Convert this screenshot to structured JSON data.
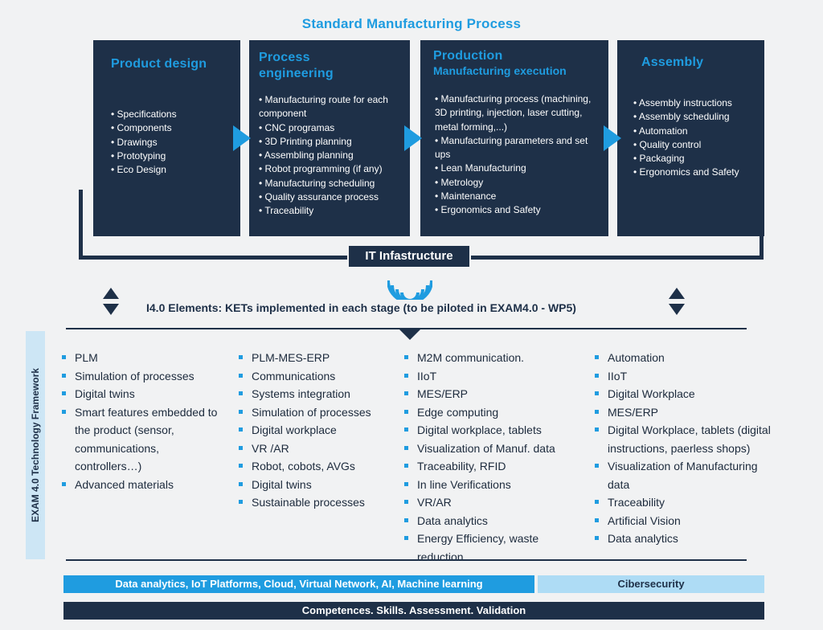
{
  "title": "Standard Manufacturing Process",
  "stages": [
    {
      "title": "Product design",
      "subtitle": "",
      "items": [
        "Specifications",
        "Components",
        "Drawings",
        "Prototyping",
        "Eco Design"
      ]
    },
    {
      "title": "Process engineering",
      "subtitle": "",
      "items": [
        "Manufacturing route for each component",
        "CNC programas",
        "3D Printing planning",
        "Assembling planning",
        "Robot programming (if any)",
        "Manufacturing scheduling",
        "Quality assurance process",
        "Traceability"
      ]
    },
    {
      "title": "Production",
      "subtitle": "Manufacturing execution",
      "items": [
        "Manufacturing process (machining, 3D printing, injection, laser cutting, metal forming,...)",
        "Manufacturing parameters and set ups",
        "Lean Manufacturing",
        "Metrology",
        "Maintenance",
        "Ergonomics and Safety"
      ]
    },
    {
      "title": "Assembly",
      "subtitle": "",
      "items": [
        "Assembly instructions",
        "Assembly scheduling",
        "Automation",
        "Quality control",
        "Packaging",
        "Ergonomics and Safety"
      ]
    }
  ],
  "it_infrastructure": "IT Infastructure",
  "kets_label": "I4.0 Elements: KETs implemented in each stage (to be piloted in EXAM4.0 - WP5)",
  "framework_label": "EXAM 4.0 Technology Framework",
  "columns": [
    [
      "PLM",
      "Simulation of processes",
      "Digital twins",
      "Smart features embedded to the product (sensor, communications, controllers…)",
      "Advanced materials"
    ],
    [
      "PLM-MES-ERP",
      "Communications",
      "Systems integration",
      "Simulation of processes",
      "Digital workplace",
      "VR /AR",
      "Robot, cobots, AVGs",
      "Digital twins",
      "Sustainable processes"
    ],
    [
      "M2M communication.",
      "IIoT",
      "MES/ERP",
      "Edge computing",
      "Digital workplace, tablets",
      "Visualization of Manuf. data",
      "Traceability, RFID",
      "In line Verifications",
      "VR/AR",
      "Data analytics",
      "Energy Efficiency, waste reduction"
    ],
    [
      "Automation",
      "IIoT",
      "Digital Workplace",
      "MES/ERP",
      "Digital Workplace, tablets (digital instructions, paerless shops)",
      "Visualization of Manufacturing data",
      "Traceability",
      "Artificial Vision",
      "Data analytics"
    ]
  ],
  "bottom_bars": {
    "data": "Data analytics, IoT Platforms, Cloud, Virtual Network, AI, Machine learning",
    "security": "Cibersecurity",
    "competences": "Competences. Skills. Assessment. Validation"
  },
  "colors": {
    "navy": "#1e3048",
    "blue": "#1f9ce0",
    "light_blue": "#aedcf5",
    "background": "#f1f2f3"
  }
}
